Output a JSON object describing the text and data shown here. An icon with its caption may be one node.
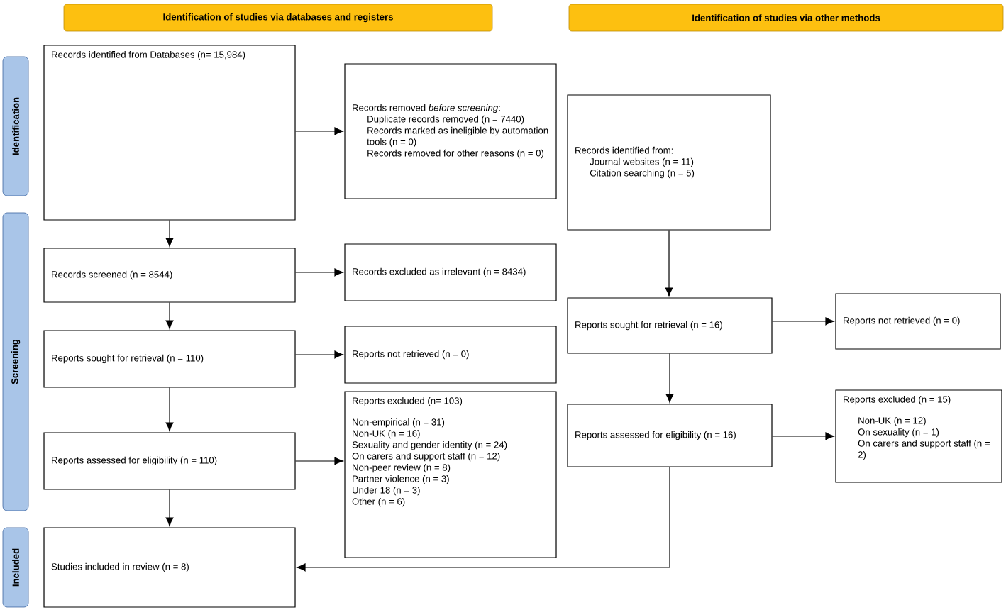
{
  "diagram": {
    "nodes": [
      {
        "text": [
          "Identification of studies via databases and registers"
        ]
      },
      {
        "text": [
          "Identification of studies via other methods"
        ]
      },
      {
        "text": [
          "Identification"
        ]
      },
      {
        "text": [
          "Screening"
        ]
      },
      {
        "text": [
          "Included"
        ]
      },
      {
        "text": [
          "Records identified from  Databases (n= 15,984)"
        ]
      },
      {
        "text": [
          "Records removed *before screening*:",
          "Duplicate records removed (n = 7440)",
          "Records marked as ineligible by automation tools (n = 0)",
          "Records removed for other reasons (n = 0)"
        ]
      },
      {
        "text": [
          "Records screened (n = 8544)"
        ]
      },
      {
        "text": [
          "Records excluded as irrelevant (n = 8434)"
        ]
      },
      {
        "text": [
          "Reports sought for retrieval (n = 110)"
        ]
      },
      {
        "text": [
          "Reports not retrieved (n = 0)"
        ]
      },
      {
        "text": [
          "Reports assessed for eligibility (n = 110)"
        ]
      },
      {
        "text": [
          "Reports excluded (n= 103)",
          "Non-empirical (n = 31)",
          "Non-UK (n = 16)",
          "Sexuality and gender identity (n = 24)",
          "On carers and support staff (n = 12)",
          "Non-peer review (n = 8)",
          "Partner violence (n = 3)",
          "Under 18 (n = 3)",
          "Other (n = 6)"
        ]
      },
      {
        "text": [
          "Studies included in review (n = 8)"
        ]
      },
      {
        "text": [
          "Records identified from:",
          "Journal websites (n = 11)",
          "Citation searching (n = 5)"
        ]
      },
      {
        "text": [
          "Reports sought for retrieval (n = 16)"
        ]
      },
      {
        "text": [
          "Reports not retrieved (n = 0)"
        ]
      },
      {
        "text": [
          "Reports assessed for eligibility (n = 16)"
        ]
      },
      {
        "text": [
          "Reports excluded (n = 15)",
          "Non-UK (n = 12)",
          "On sexuality (n = 1)",
          "On carers and support staff (n = 2)"
        ]
      }
    ],
    "edges": [
      {
        "from": 5,
        "to": 6,
        "arrow": "to"
      },
      {
        "from": 5,
        "to": 7,
        "arrow": "to"
      },
      {
        "from": 7,
        "to": 8,
        "arrow": "to"
      },
      {
        "from": 7,
        "to": 9,
        "arrow": "to"
      },
      {
        "from": 9,
        "to": 10,
        "arrow": "to"
      },
      {
        "from": 9,
        "to": 11,
        "arrow": "to"
      },
      {
        "from": 11,
        "to": 12,
        "arrow": "to"
      },
      {
        "from": 11,
        "to": 13,
        "arrow": "to"
      },
      {
        "from": 14,
        "to": 15,
        "arrow": "to"
      },
      {
        "from": 15,
        "to": 16,
        "arrow": "to"
      },
      {
        "from": 15,
        "to": 17,
        "arrow": "to"
      },
      {
        "from": 17,
        "to": 18,
        "arrow": "to"
      },
      {
        "from": 17,
        "to": 13,
        "arrow": "to"
      }
    ]
  }
}
